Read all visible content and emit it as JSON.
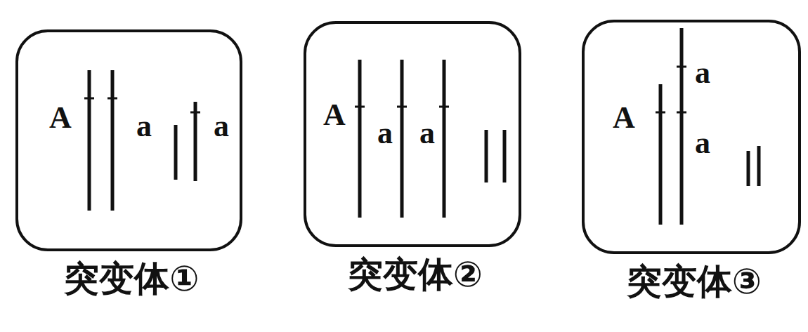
{
  "diagram": {
    "nodes": [
      {
        "text": [
          "A",
          "a",
          "a",
          "突变体①"
        ]
      },
      {
        "text": [
          "A",
          "a",
          "a",
          "突变体②"
        ]
      },
      {
        "text": [
          "A",
          "a",
          "a",
          "突变体③"
        ]
      }
    ]
  }
}
